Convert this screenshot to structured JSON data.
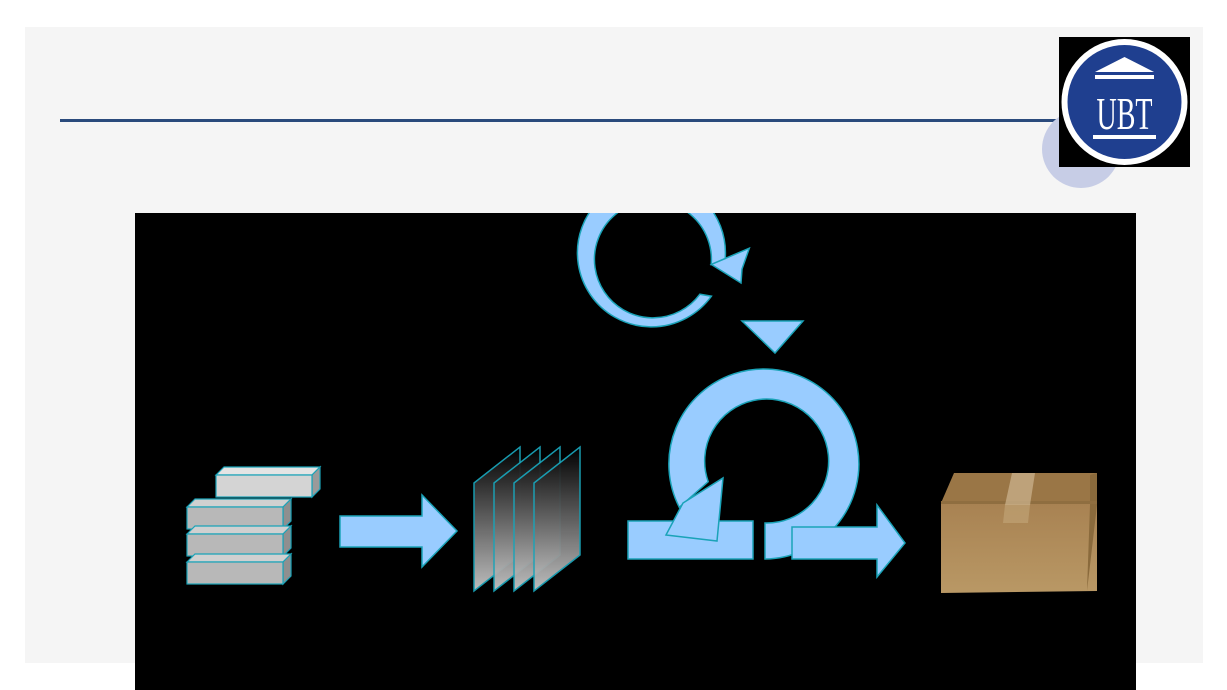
{
  "logo": {
    "text": "UBT",
    "background": "#000000",
    "disc_color": "#1f3f8f",
    "ring_color": "#ffffff"
  },
  "slide": {
    "background": "#f5f5f5",
    "rule_color": "#2a4a7c",
    "accent_circle_color": "#c7cde6"
  },
  "diagram": {
    "background": "#000000",
    "arrow_fill": "#99ccff",
    "arrow_stroke": "#1aa3b8",
    "block_fill": "#c0c0c0",
    "box_color": "#b38b55",
    "stages": [
      "stacked-blocks",
      "glass-sheets",
      "cycle-arrows",
      "cardboard-box"
    ]
  }
}
